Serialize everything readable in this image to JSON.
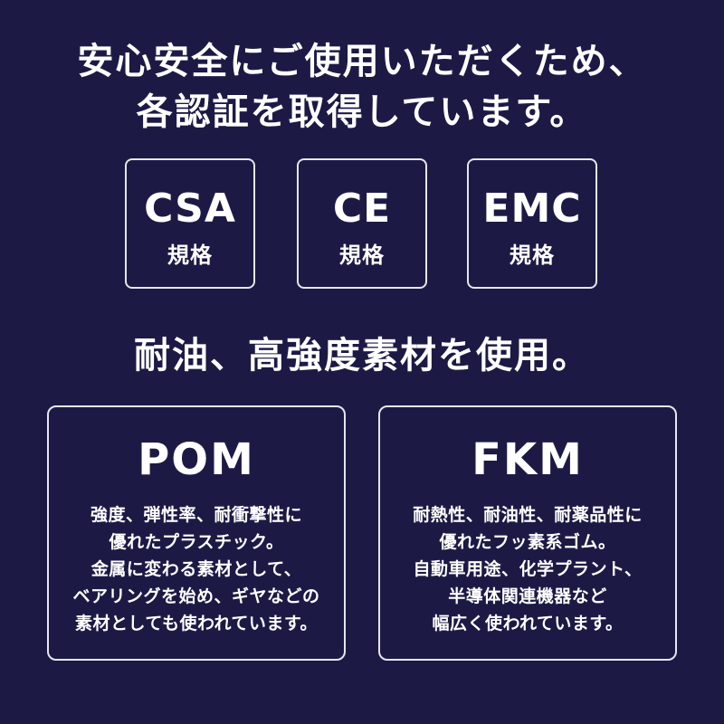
{
  "header": {
    "line1": "安心安全にご使用いただくため、",
    "line2": "各認証を取得しています。"
  },
  "certifications": [
    {
      "name": "CSA",
      "sub": "規格"
    },
    {
      "name": "CE",
      "sub": "規格"
    },
    {
      "name": "EMC",
      "sub": "規格"
    }
  ],
  "materials_heading": "耐油、高強度素材を使用。",
  "materials": [
    {
      "name": "POM",
      "lines": [
        "強度、弾性率、耐衝撃性に",
        "優れたプラスチック。",
        "金属に変わる素材として、",
        "ベアリングを始め、ギヤなどの",
        "素材としても使われています。"
      ]
    },
    {
      "name": "FKM",
      "lines": [
        "耐熱性、耐油性、耐薬品性に",
        "優れたフッ素系ゴム。",
        "自動車用途、化学プラント、",
        "半導体関連機器など",
        "幅広く使われています。"
      ]
    }
  ],
  "colors": {
    "background": "#1c1a45",
    "text": "#ffffff",
    "border": "#e6e6ee"
  }
}
